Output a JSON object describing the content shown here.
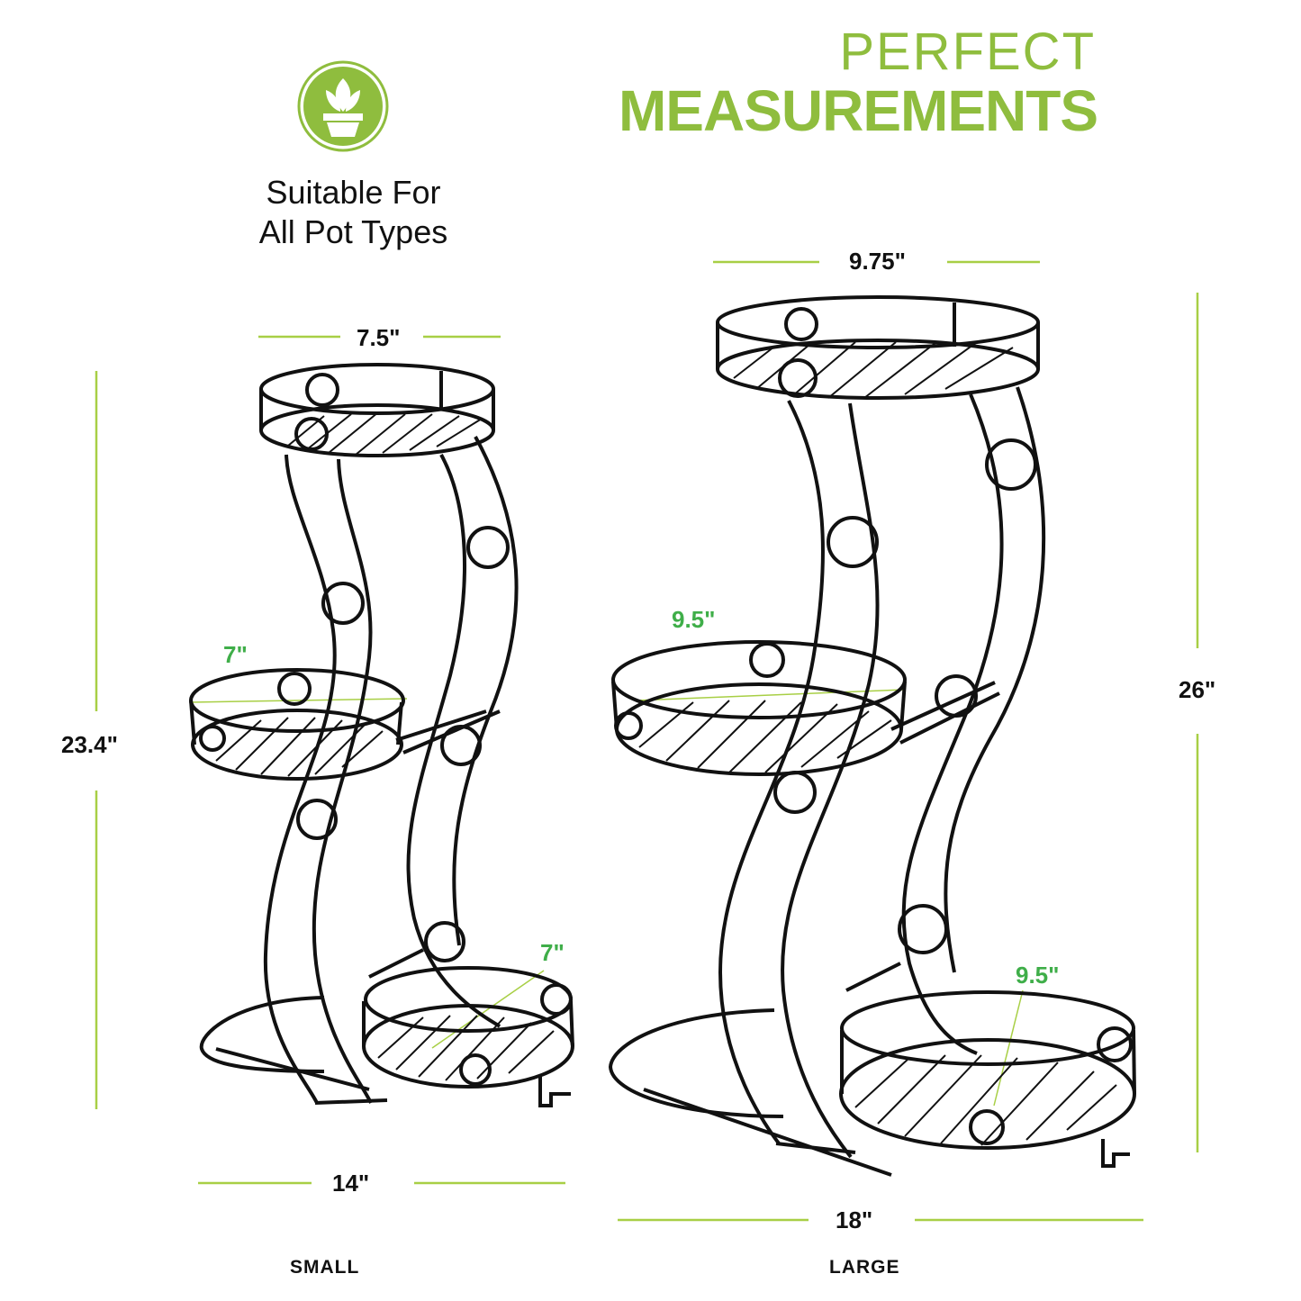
{
  "heading": {
    "line1": "PERFECT",
    "line2": "MEASUREMENTS"
  },
  "feature": {
    "icon": "potted-plant-icon",
    "line1": "Suitable For",
    "line2": "All Pot Types"
  },
  "colors": {
    "accent": "#8fbd3e",
    "line": "#a8cf45",
    "tray_label": "#3fae49",
    "metal": "#111111"
  },
  "small": {
    "caption": "SMALL",
    "top_width": "7.5\"",
    "height": "23.4\"",
    "middle_tray": "7\"",
    "bottom_tray": "7\"",
    "base_width": "14\""
  },
  "large": {
    "caption": "LARGE",
    "top_width": "9.75\"",
    "height": "26\"",
    "middle_tray": "9.5\"",
    "bottom_tray": "9.5\"",
    "base_width": "18\""
  }
}
